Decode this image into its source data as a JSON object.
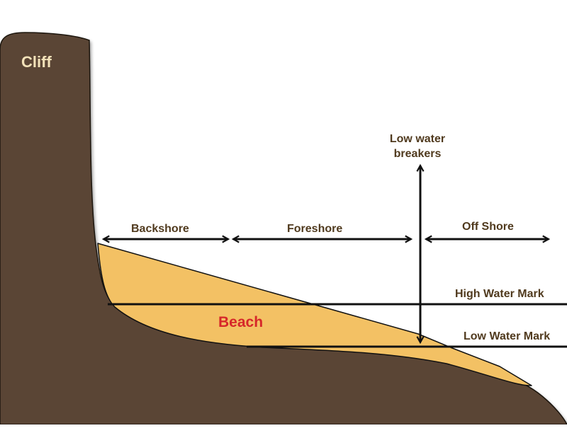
{
  "labels": {
    "cliff": "Cliff",
    "beach": "Beach",
    "backshore": "Backshore",
    "foreshore": "Foreshore",
    "offshore": "Off Shore",
    "breakers_line1": "Low water",
    "breakers_line2": "breakers",
    "high_water_mark": "High Water Mark",
    "low_water_mark": "Low Water Mark"
  },
  "colors": {
    "land": "#5a4536",
    "sand": "#f3c164",
    "line": "#111111",
    "label_text": "#503a1e",
    "cliff_text": "#f3e2b9",
    "beach_text": "#d6272a"
  }
}
